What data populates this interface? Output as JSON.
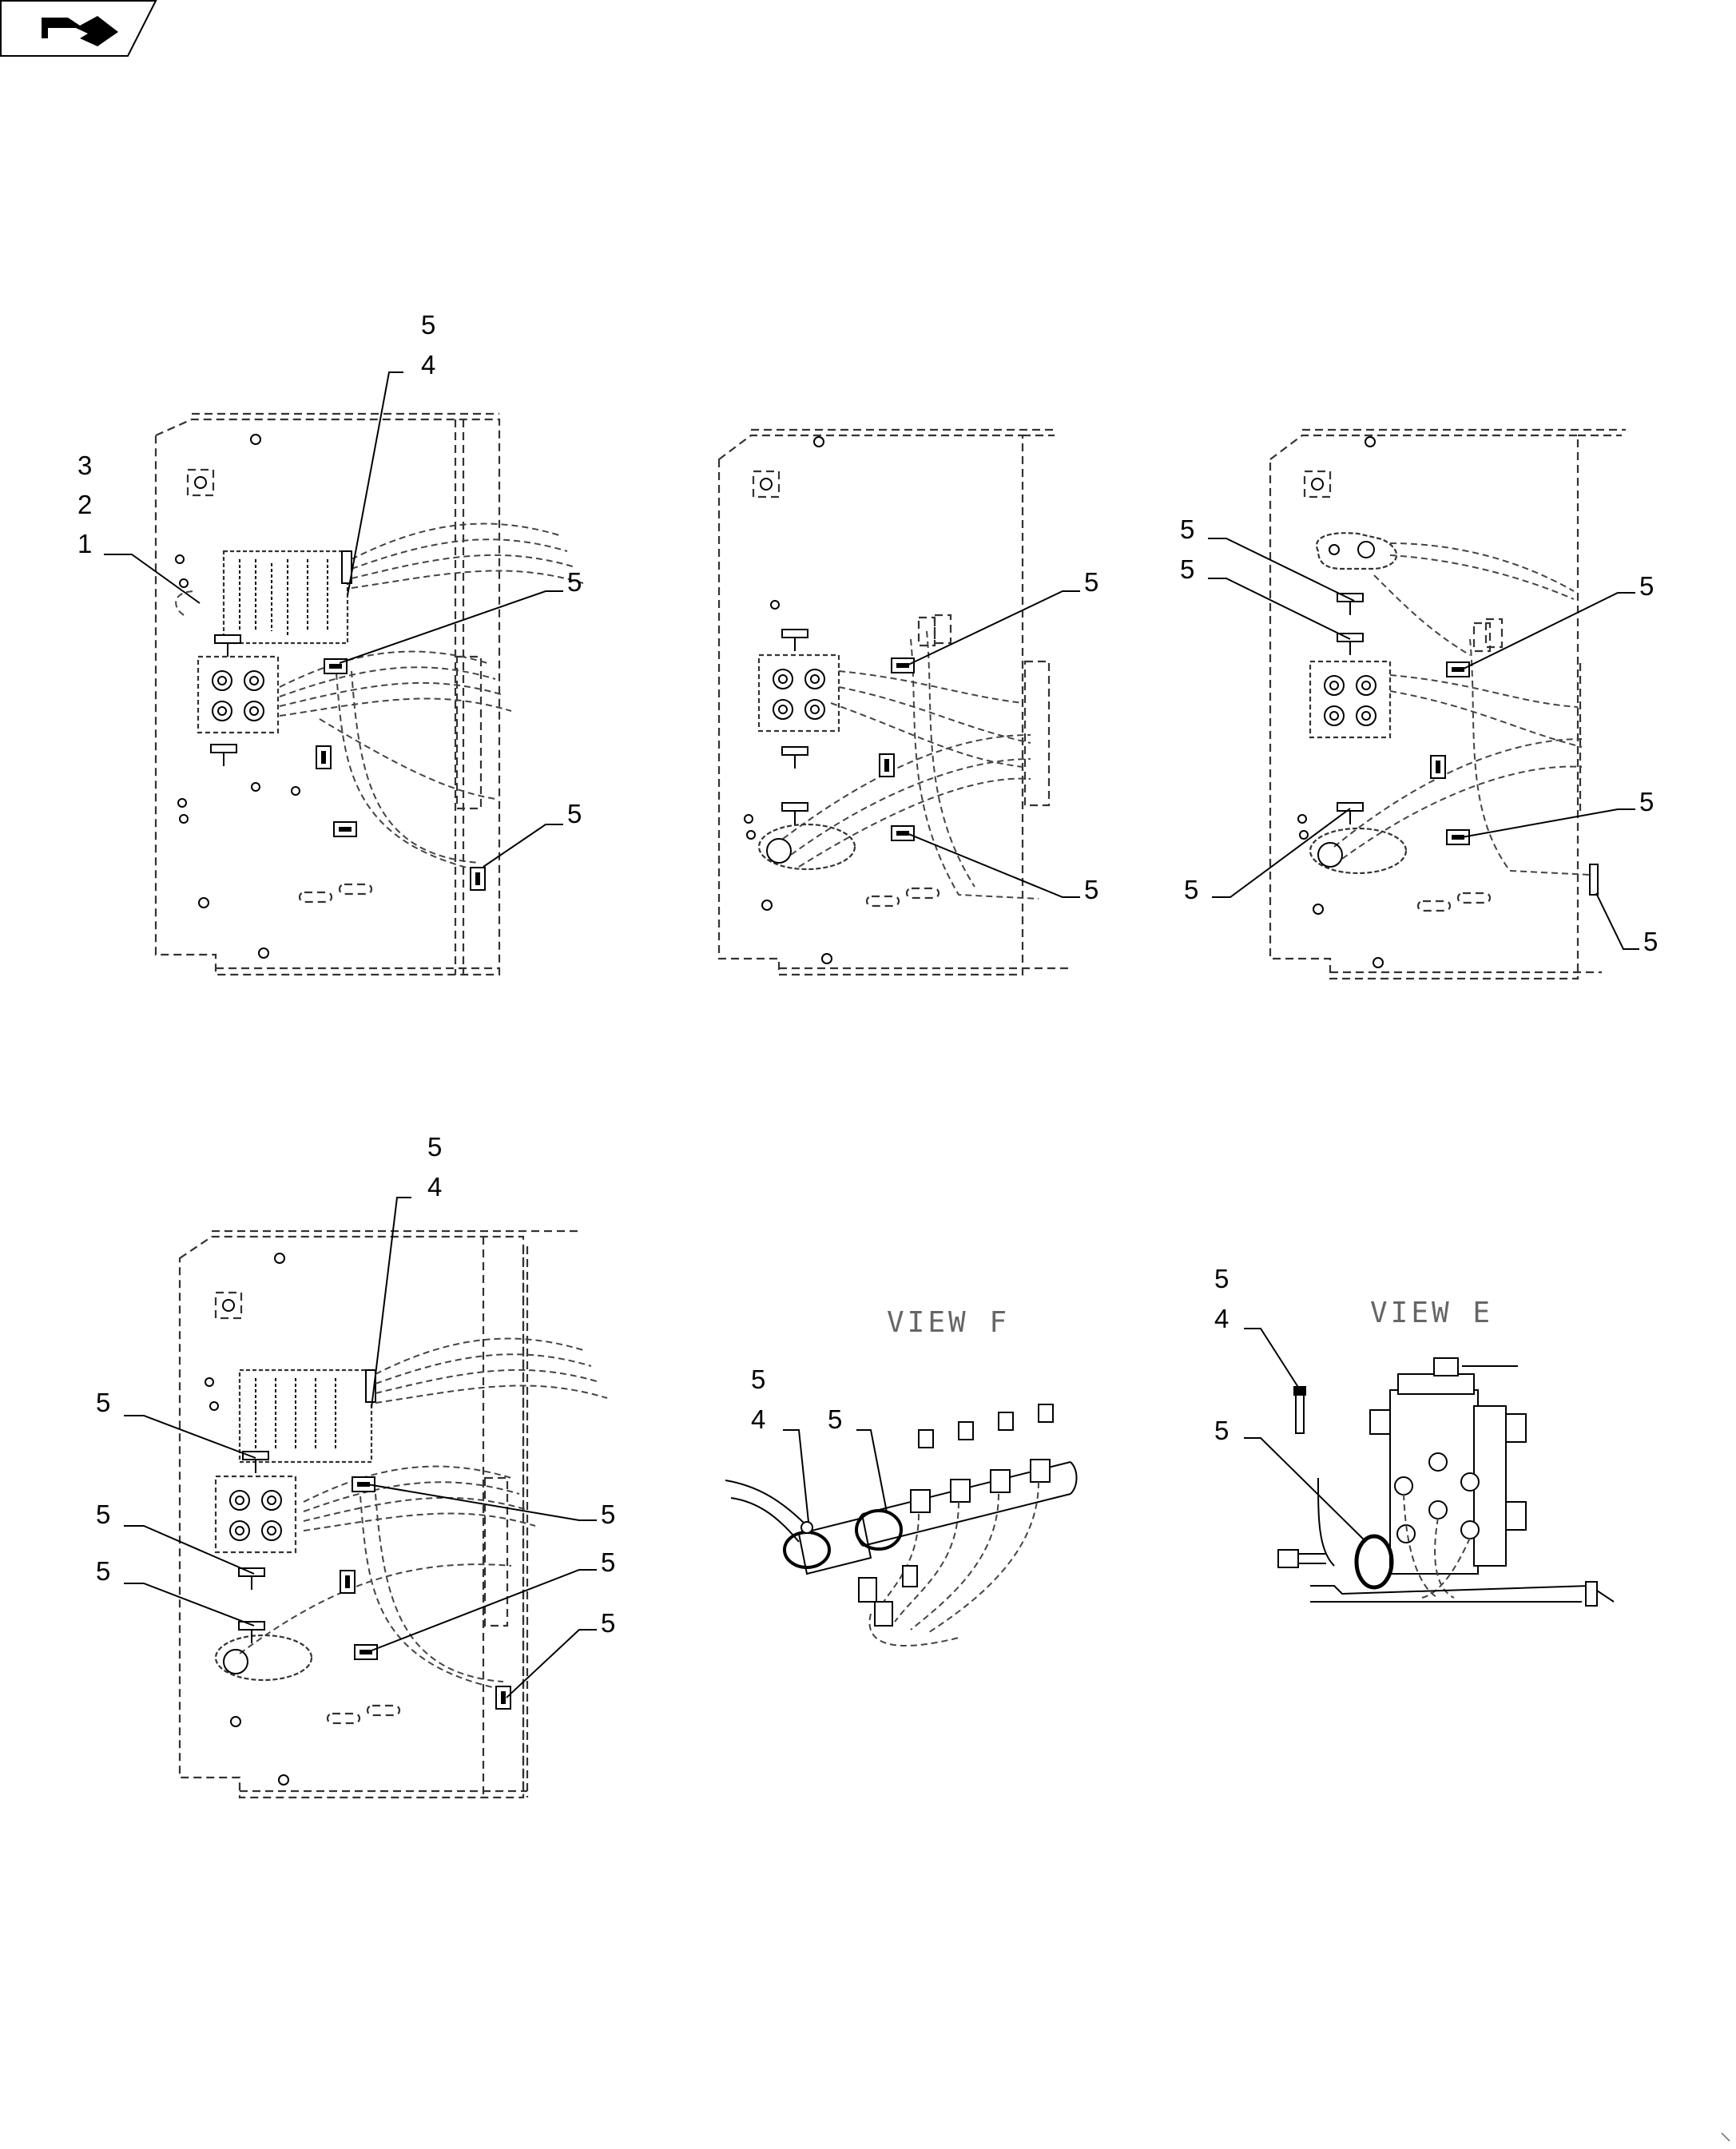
{
  "nav_icon": {
    "name": "next-page-arrow-icon"
  },
  "panel1": {
    "c_5a": "5",
    "c_4a": "4",
    "c_3": "3",
    "c_2": "2",
    "c_1": "1",
    "c_5b": "5",
    "c_5c": "5"
  },
  "panel2": {
    "c_5a": "5",
    "c_5b": "5"
  },
  "panel3": {
    "c_5a": "5",
    "c_5b": "5",
    "c_5c": "5",
    "c_5d": "5",
    "c_5e": "5",
    "c_5f": "5"
  },
  "panel4": {
    "c_5a": "5",
    "c_4a": "4",
    "c_5b": "5",
    "c_5c": "5",
    "c_5d": "5",
    "c_5e": "5",
    "c_5f": "5",
    "c_5g": "5"
  },
  "view_f": {
    "title": "VIEW F",
    "c_5a": "5",
    "c_4a": "4",
    "c_5b": "5"
  },
  "view_e": {
    "title": "VIEW E",
    "c_5a": "5",
    "c_4a": "4",
    "c_5b": "5"
  }
}
